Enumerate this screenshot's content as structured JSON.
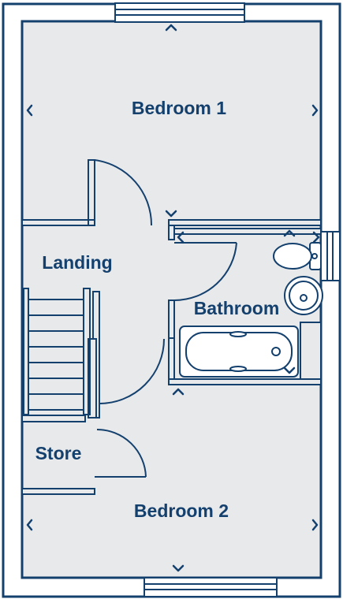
{
  "plan": {
    "rooms": [
      {
        "id": "bedroom-1",
        "label": "Bedroom 1"
      },
      {
        "id": "landing",
        "label": "Landing"
      },
      {
        "id": "bathroom",
        "label": "Bathroom"
      },
      {
        "id": "store",
        "label": "Store"
      },
      {
        "id": "bedroom-2",
        "label": "Bedroom 2"
      }
    ],
    "colors": {
      "wall": "#14406e",
      "floor": "#e8e9eb",
      "background": "#ffffff"
    }
  }
}
